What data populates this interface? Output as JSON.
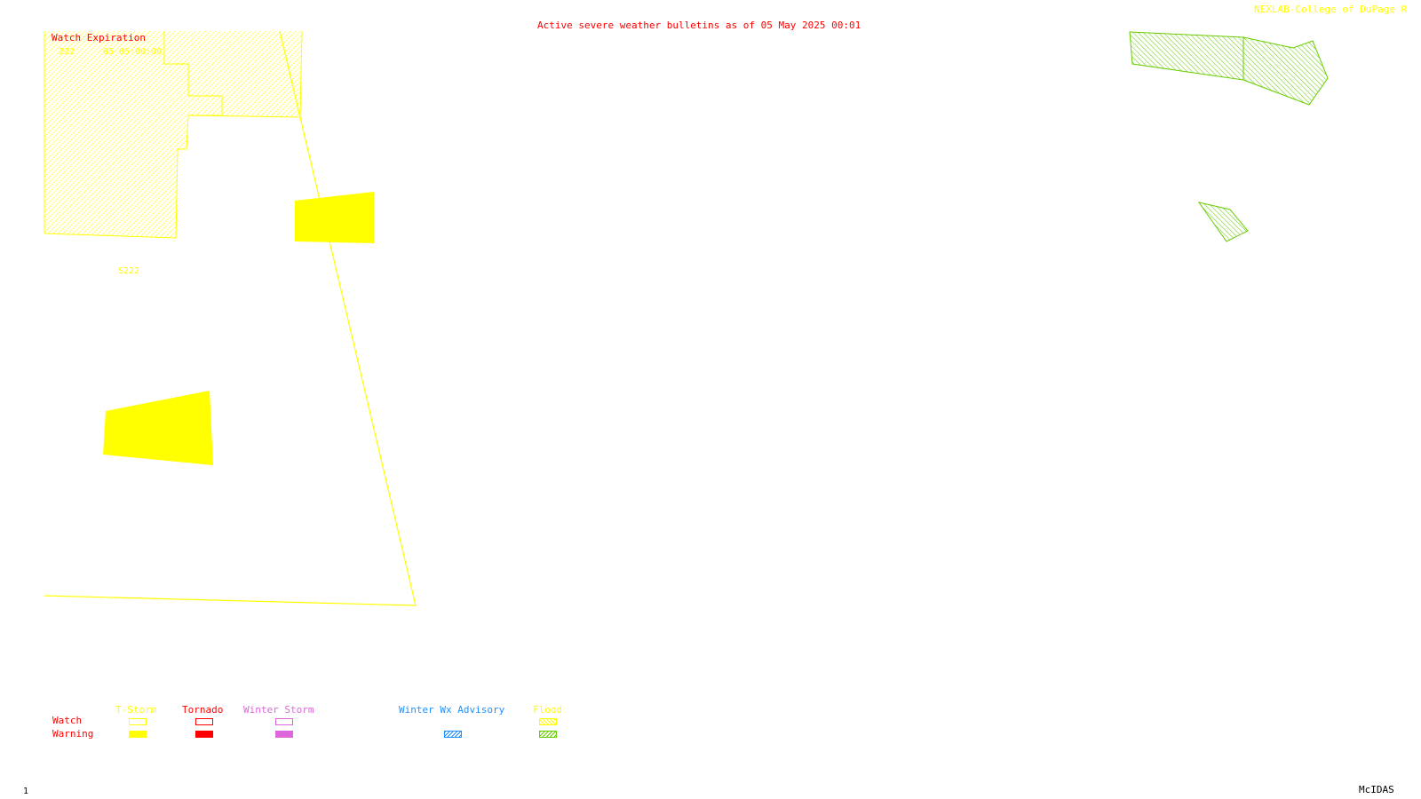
{
  "header": {
    "title": "Active severe weather bulletins as of 05 May 2025 00:01",
    "credit": "NEXLAB-College of DuPage R"
  },
  "watch_list": {
    "heading": "Watch Expiration",
    "entries": [
      {
        "number": "222",
        "expires": "05 05:00:00"
      }
    ],
    "area_label": "S222"
  },
  "legend": {
    "row_labels": {
      "watch": "Watch",
      "warning": "Warning"
    },
    "categories": [
      {
        "name": "T-Storm",
        "color": "#ffff00",
        "watch": "outline",
        "warning": "solid"
      },
      {
        "name": "Tornado",
        "color": "#ff0000",
        "watch": "outline",
        "warning": "solid"
      },
      {
        "name": "Winter Storm",
        "color": "#dd66dd",
        "watch": "outline",
        "warning": "solid"
      },
      {
        "name": "Winter Wx Advisory",
        "color": "#1e90ff",
        "watch": "none",
        "warning": "hatched"
      },
      {
        "name": "Flood",
        "color": "#ffff00",
        "warning_color": "#66cc00",
        "watch": "hatched",
        "warning": "hatched"
      }
    ]
  },
  "colors": {
    "tstorm": "#ffff00",
    "flood_warning": "#66cc00",
    "flood_watch": "#ffff00",
    "title": "#ff0000"
  },
  "footer": {
    "frame": "1",
    "software": "McIDAS"
  }
}
